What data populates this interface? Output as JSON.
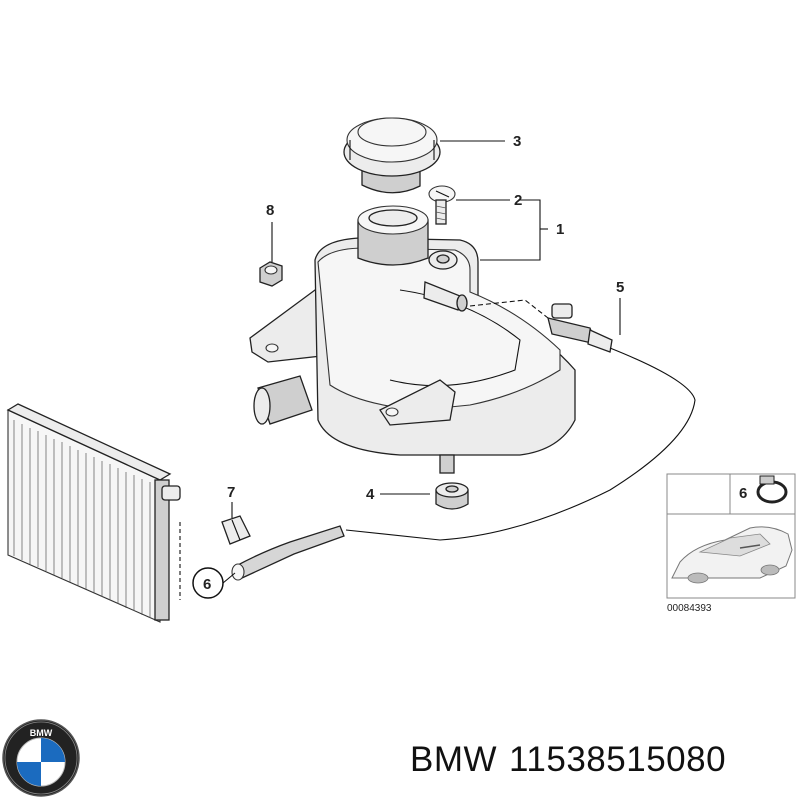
{
  "callouts": {
    "c1": "1",
    "c2": "2",
    "c3": "3",
    "c4": "4",
    "c5": "5",
    "c6": "6",
    "c6b": "6",
    "c7": "7",
    "c8": "8"
  },
  "inset": {
    "code": "00084393"
  },
  "logo": {
    "text": "BMW"
  },
  "caption": {
    "brand": "BMW",
    "part_number": "11538515080"
  }
}
